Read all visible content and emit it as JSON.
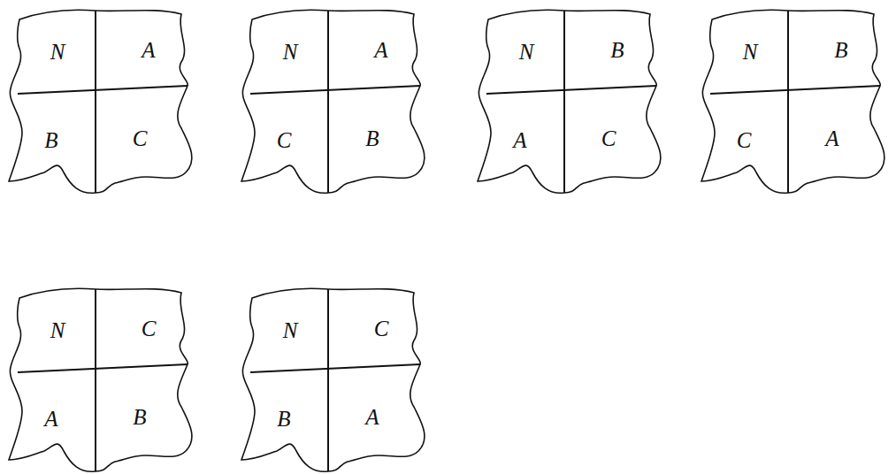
{
  "diagram": {
    "labels": [
      "N",
      "A",
      "B",
      "C",
      "N",
      "A",
      "C",
      "B",
      "N",
      "B",
      "A",
      "C",
      "N",
      "B",
      "C",
      "A",
      "N",
      "C",
      "A",
      "B",
      "N",
      "C",
      "B",
      "A"
    ]
  }
}
